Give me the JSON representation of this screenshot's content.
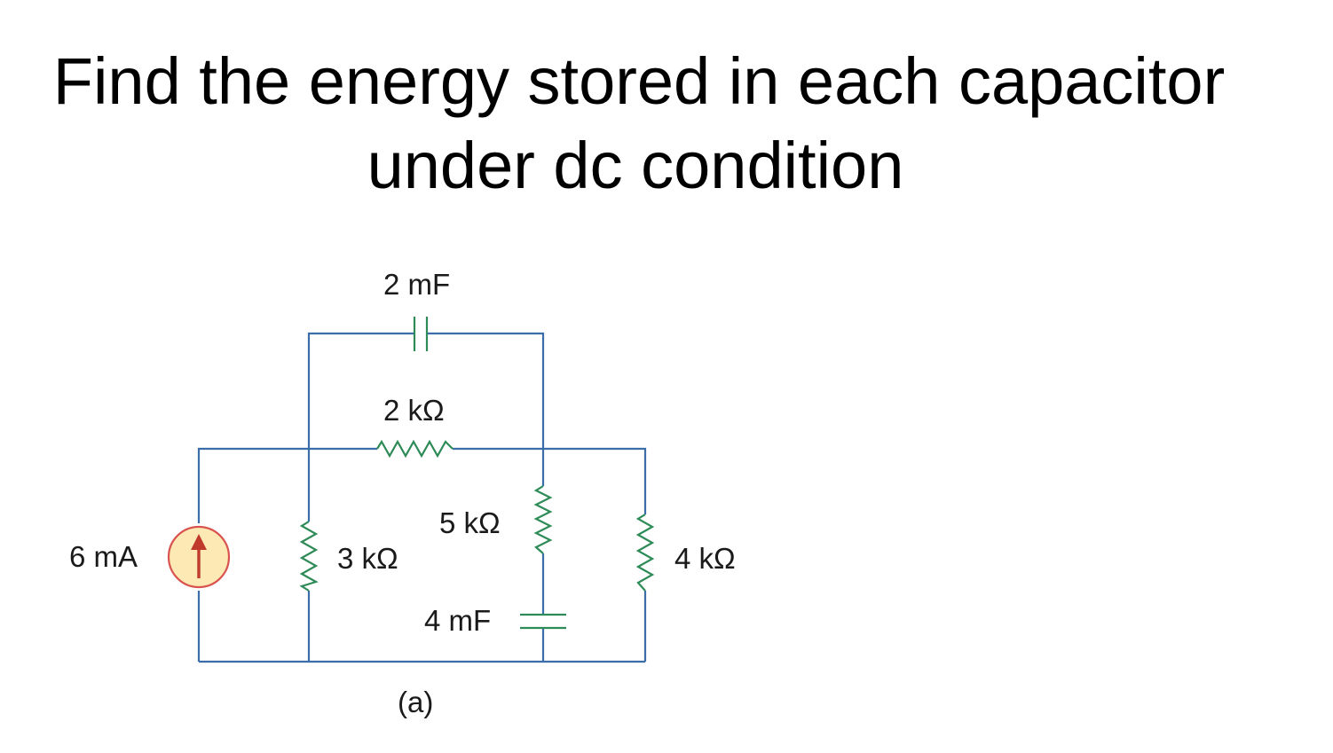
{
  "title": {
    "line1": "Find the energy stored in each capacitor",
    "line2": "under dc condition"
  },
  "circuit": {
    "caption": "(a)",
    "components": {
      "current_source": {
        "label": "6 mA"
      },
      "capacitor_top": {
        "label": "2 mF"
      },
      "resistor_2k": {
        "label": "2 kΩ"
      },
      "resistor_3k": {
        "label": "3 kΩ"
      },
      "resistor_5k": {
        "label": "5 kΩ"
      },
      "capacitor_4mF": {
        "label": "4 mF"
      },
      "resistor_4k": {
        "label": "4 kΩ"
      }
    },
    "colors": {
      "wire": "#3b6ea8",
      "component": "#2e8b57",
      "source_fill": "#fde9b4",
      "source_ring": "#d9534f",
      "arrow": "#c0392b"
    }
  }
}
